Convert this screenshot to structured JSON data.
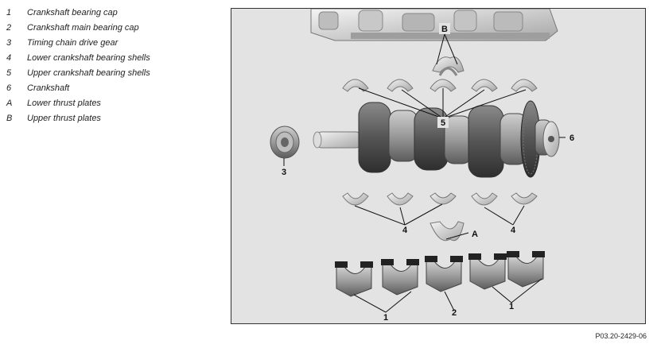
{
  "legend": [
    {
      "key": "1",
      "text": "Crankshaft bearing cap"
    },
    {
      "key": "2",
      "text": "Crankshaft main bearing cap"
    },
    {
      "key": "3",
      "text": "Timing chain drive gear"
    },
    {
      "key": "4",
      "text": "Lower crankshaft bearing shells"
    },
    {
      "key": "5",
      "text": "Upper crankshaft bearing shells"
    },
    {
      "key": "6",
      "text": "Crankshaft"
    },
    {
      "key": "A",
      "text": "Lower thrust plates"
    },
    {
      "key": "B",
      "text": "Upper thrust plates"
    }
  ],
  "callouts": {
    "B": "B",
    "five": "5",
    "six": "6",
    "three": "3",
    "four_left": "4",
    "four_right": "4",
    "A": "A",
    "one_left": "1",
    "two": "2",
    "one_right": "1"
  },
  "figure_id": "P03.20-2429-06"
}
